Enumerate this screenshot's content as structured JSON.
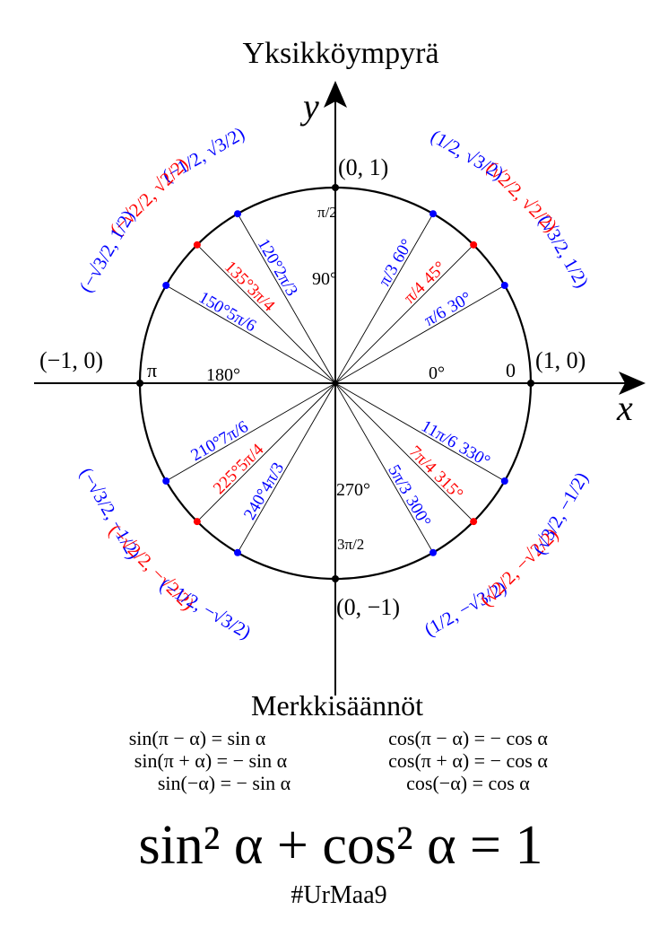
{
  "title": "Yksikköympyrä",
  "axes": {
    "x_label": "x",
    "y_label": "y"
  },
  "axis_points": [
    {
      "coord": "(1, 0)",
      "radian": "0",
      "degree": "0°"
    },
    {
      "coord": "(0, 1)",
      "radian": "π/2",
      "degree": "90°"
    },
    {
      "coord": "(−1, 0)",
      "radian": "π",
      "degree": "180°"
    },
    {
      "coord": "(0, −1)",
      "radian": "3π/2",
      "degree": "270°"
    }
  ],
  "angles": [
    {
      "deg": 30,
      "degree": "30°",
      "radian": "π/6",
      "coord": "(√3/2, 1/2)",
      "color": "#0000ff"
    },
    {
      "deg": 45,
      "degree": "45°",
      "radian": "π/4",
      "coord": "(√2/2, √2/2)",
      "color": "#ff0000"
    },
    {
      "deg": 60,
      "degree": "60°",
      "radian": "π/3",
      "coord": "(1/2, √3/2)",
      "color": "#0000ff"
    },
    {
      "deg": 120,
      "degree": "120°",
      "radian": "2π/3",
      "coord": "(−1/2, √3/2)",
      "color": "#0000ff"
    },
    {
      "deg": 135,
      "degree": "135°",
      "radian": "3π/4",
      "coord": "(−√2/2, √2/2)",
      "color": "#ff0000"
    },
    {
      "deg": 150,
      "degree": "150°",
      "radian": "5π/6",
      "coord": "(−√3/2, 1/2)",
      "color": "#0000ff"
    },
    {
      "deg": 210,
      "degree": "210°",
      "radian": "7π/6",
      "coord": "(−√3/2, −1/2)",
      "color": "#0000ff"
    },
    {
      "deg": 225,
      "degree": "225°",
      "radian": "5π/4",
      "coord": "(−√2/2, −√2/2)",
      "color": "#ff0000"
    },
    {
      "deg": 240,
      "degree": "240°",
      "radian": "4π/3",
      "coord": "(−1/2, −√3/2)",
      "color": "#0000ff"
    },
    {
      "deg": 300,
      "degree": "300°",
      "radian": "5π/3",
      "coord": "(1/2, −√3/2)",
      "color": "#0000ff"
    },
    {
      "deg": 315,
      "degree": "315°",
      "radian": "7π/4",
      "coord": "(√2/2, −√2/2)",
      "color": "#ff0000"
    },
    {
      "deg": 330,
      "degree": "330°",
      "radian": "11π/6",
      "coord": "(√3/2, −1/2)",
      "color": "#0000ff"
    }
  ],
  "rules": {
    "heading": "Merkkisäännöt",
    "rows": [
      [
        "sin(π − α) = sin α",
        "cos(π − α) = − cos α"
      ],
      [
        "sin(π + α) = − sin α",
        "cos(π + α) = − cos α"
      ],
      [
        "sin(−α) = − sin α",
        "cos(−α) = cos α"
      ]
    ]
  },
  "identity": "sin² α + cos² α = 1",
  "tag": "#UrMaa9"
}
